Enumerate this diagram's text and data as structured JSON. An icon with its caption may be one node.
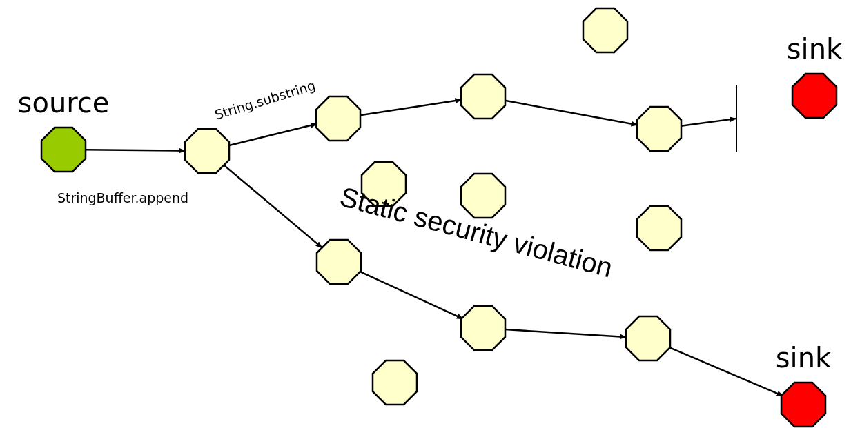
{
  "diagram": {
    "nodes": [
      {
        "text": [
          "source"
        ]
      },
      {
        "text": [],
        "shape": "octagon"
      },
      {
        "text": [],
        "shape": "octagon"
      },
      {
        "text": [],
        "shape": "octagon"
      },
      {
        "text": [],
        "shape": "octagon"
      },
      {
        "text": [],
        "shape": "bar"
      },
      {
        "text": [
          "sink"
        ]
      },
      {
        "text": [],
        "shape": "octagon"
      },
      {
        "text": [],
        "shape": "octagon"
      },
      {
        "text": [],
        "shape": "octagon"
      },
      {
        "text": [],
        "shape": "octagon"
      },
      {
        "text": [],
        "shape": "octagon"
      },
      {
        "text": [],
        "shape": "octagon"
      },
      {
        "text": [],
        "shape": "octagon"
      },
      {
        "text": [
          "sink"
        ]
      },
      {
        "text": [],
        "shape": "octagon"
      }
    ],
    "edges": [
      {
        "from": 0,
        "to": 1,
        "arrow": "to",
        "label": "StringBuffer.append"
      },
      {
        "from": 1,
        "to": 2,
        "arrow": "to",
        "label": "String.substring"
      },
      {
        "from": 2,
        "to": 3,
        "arrow": "to"
      },
      {
        "from": 3,
        "to": 4,
        "arrow": "to"
      },
      {
        "from": 4,
        "to": 5,
        "arrow": "to"
      },
      {
        "from": 1,
        "to": 11,
        "arrow": "to"
      },
      {
        "from": 11,
        "to": 12,
        "arrow": "to"
      },
      {
        "from": 12,
        "to": 13,
        "arrow": "to"
      },
      {
        "from": 13,
        "to": 14,
        "arrow": "to"
      }
    ],
    "labels": [
      "Static security violation"
    ]
  }
}
